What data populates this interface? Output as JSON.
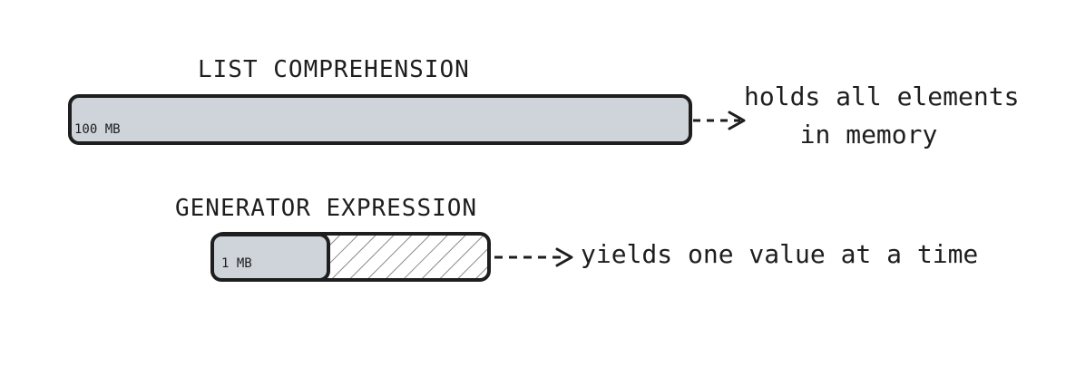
{
  "list_comprehension": {
    "title": "LIST COMPREHENSION",
    "size_label": "100 MB",
    "note_line1": "holds all elements",
    "note_line2": "in memory"
  },
  "generator_expression": {
    "title": "GENERATOR EXPRESSION",
    "size_label": "1 MB",
    "note": "yields one value at a time"
  },
  "colors": {
    "bar_fill": "#ced4da",
    "stroke": "#1e1e1e",
    "hatch": "#6c6c6c"
  }
}
